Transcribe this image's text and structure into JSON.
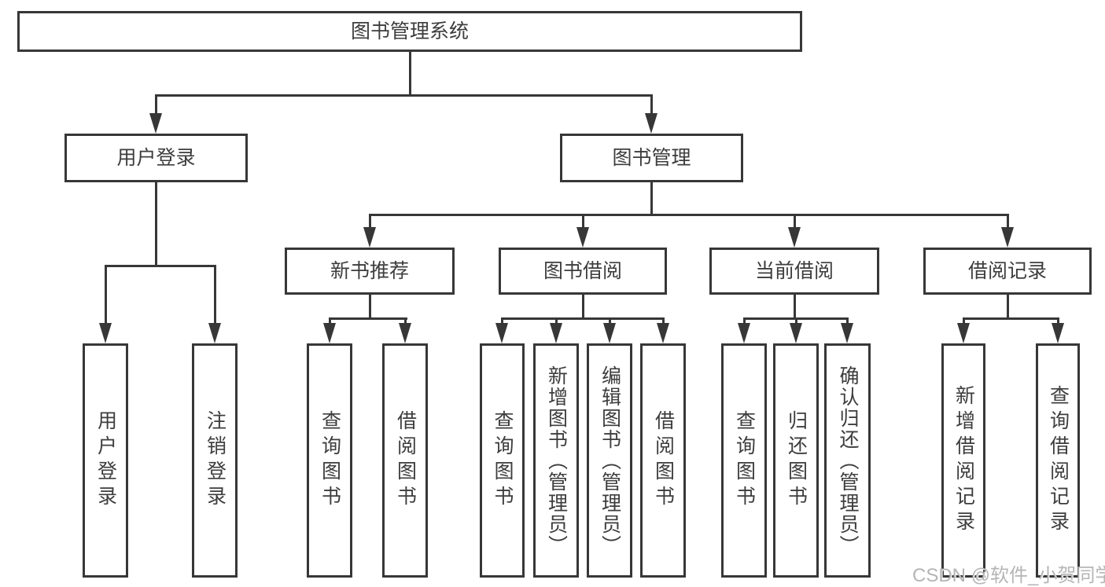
{
  "tree": {
    "root": {
      "label": "图书管理系统"
    },
    "branches": [
      {
        "label": "用户登录",
        "children": [
          {
            "label": "用户登录"
          },
          {
            "label": "注销登录"
          }
        ]
      },
      {
        "label": "图书管理",
        "children": [
          {
            "label": "新书推荐",
            "children": [
              {
                "label": "查询图书"
              },
              {
                "label": "借阅图书"
              }
            ]
          },
          {
            "label": "图书借阅",
            "children": [
              {
                "label": "查询图书"
              },
              {
                "label": "新增图书（管理员）"
              },
              {
                "label": "编辑图书（管理员）"
              },
              {
                "label": "借阅图书"
              }
            ]
          },
          {
            "label": "当前借阅",
            "children": [
              {
                "label": "查询图书"
              },
              {
                "label": "归还图书"
              },
              {
                "label": "确认归还（管理员）"
              }
            ]
          },
          {
            "label": "借阅记录",
            "children": [
              {
                "label": "新增借阅记录"
              },
              {
                "label": "查询借阅记录"
              }
            ]
          }
        ]
      }
    ]
  },
  "watermark": {
    "text": "CSDN @软件_小贺同学"
  },
  "colors": {
    "line": "#373737",
    "text": "#3d3d3d",
    "background": "#ffffff",
    "watermark": "#b5b5b5"
  }
}
